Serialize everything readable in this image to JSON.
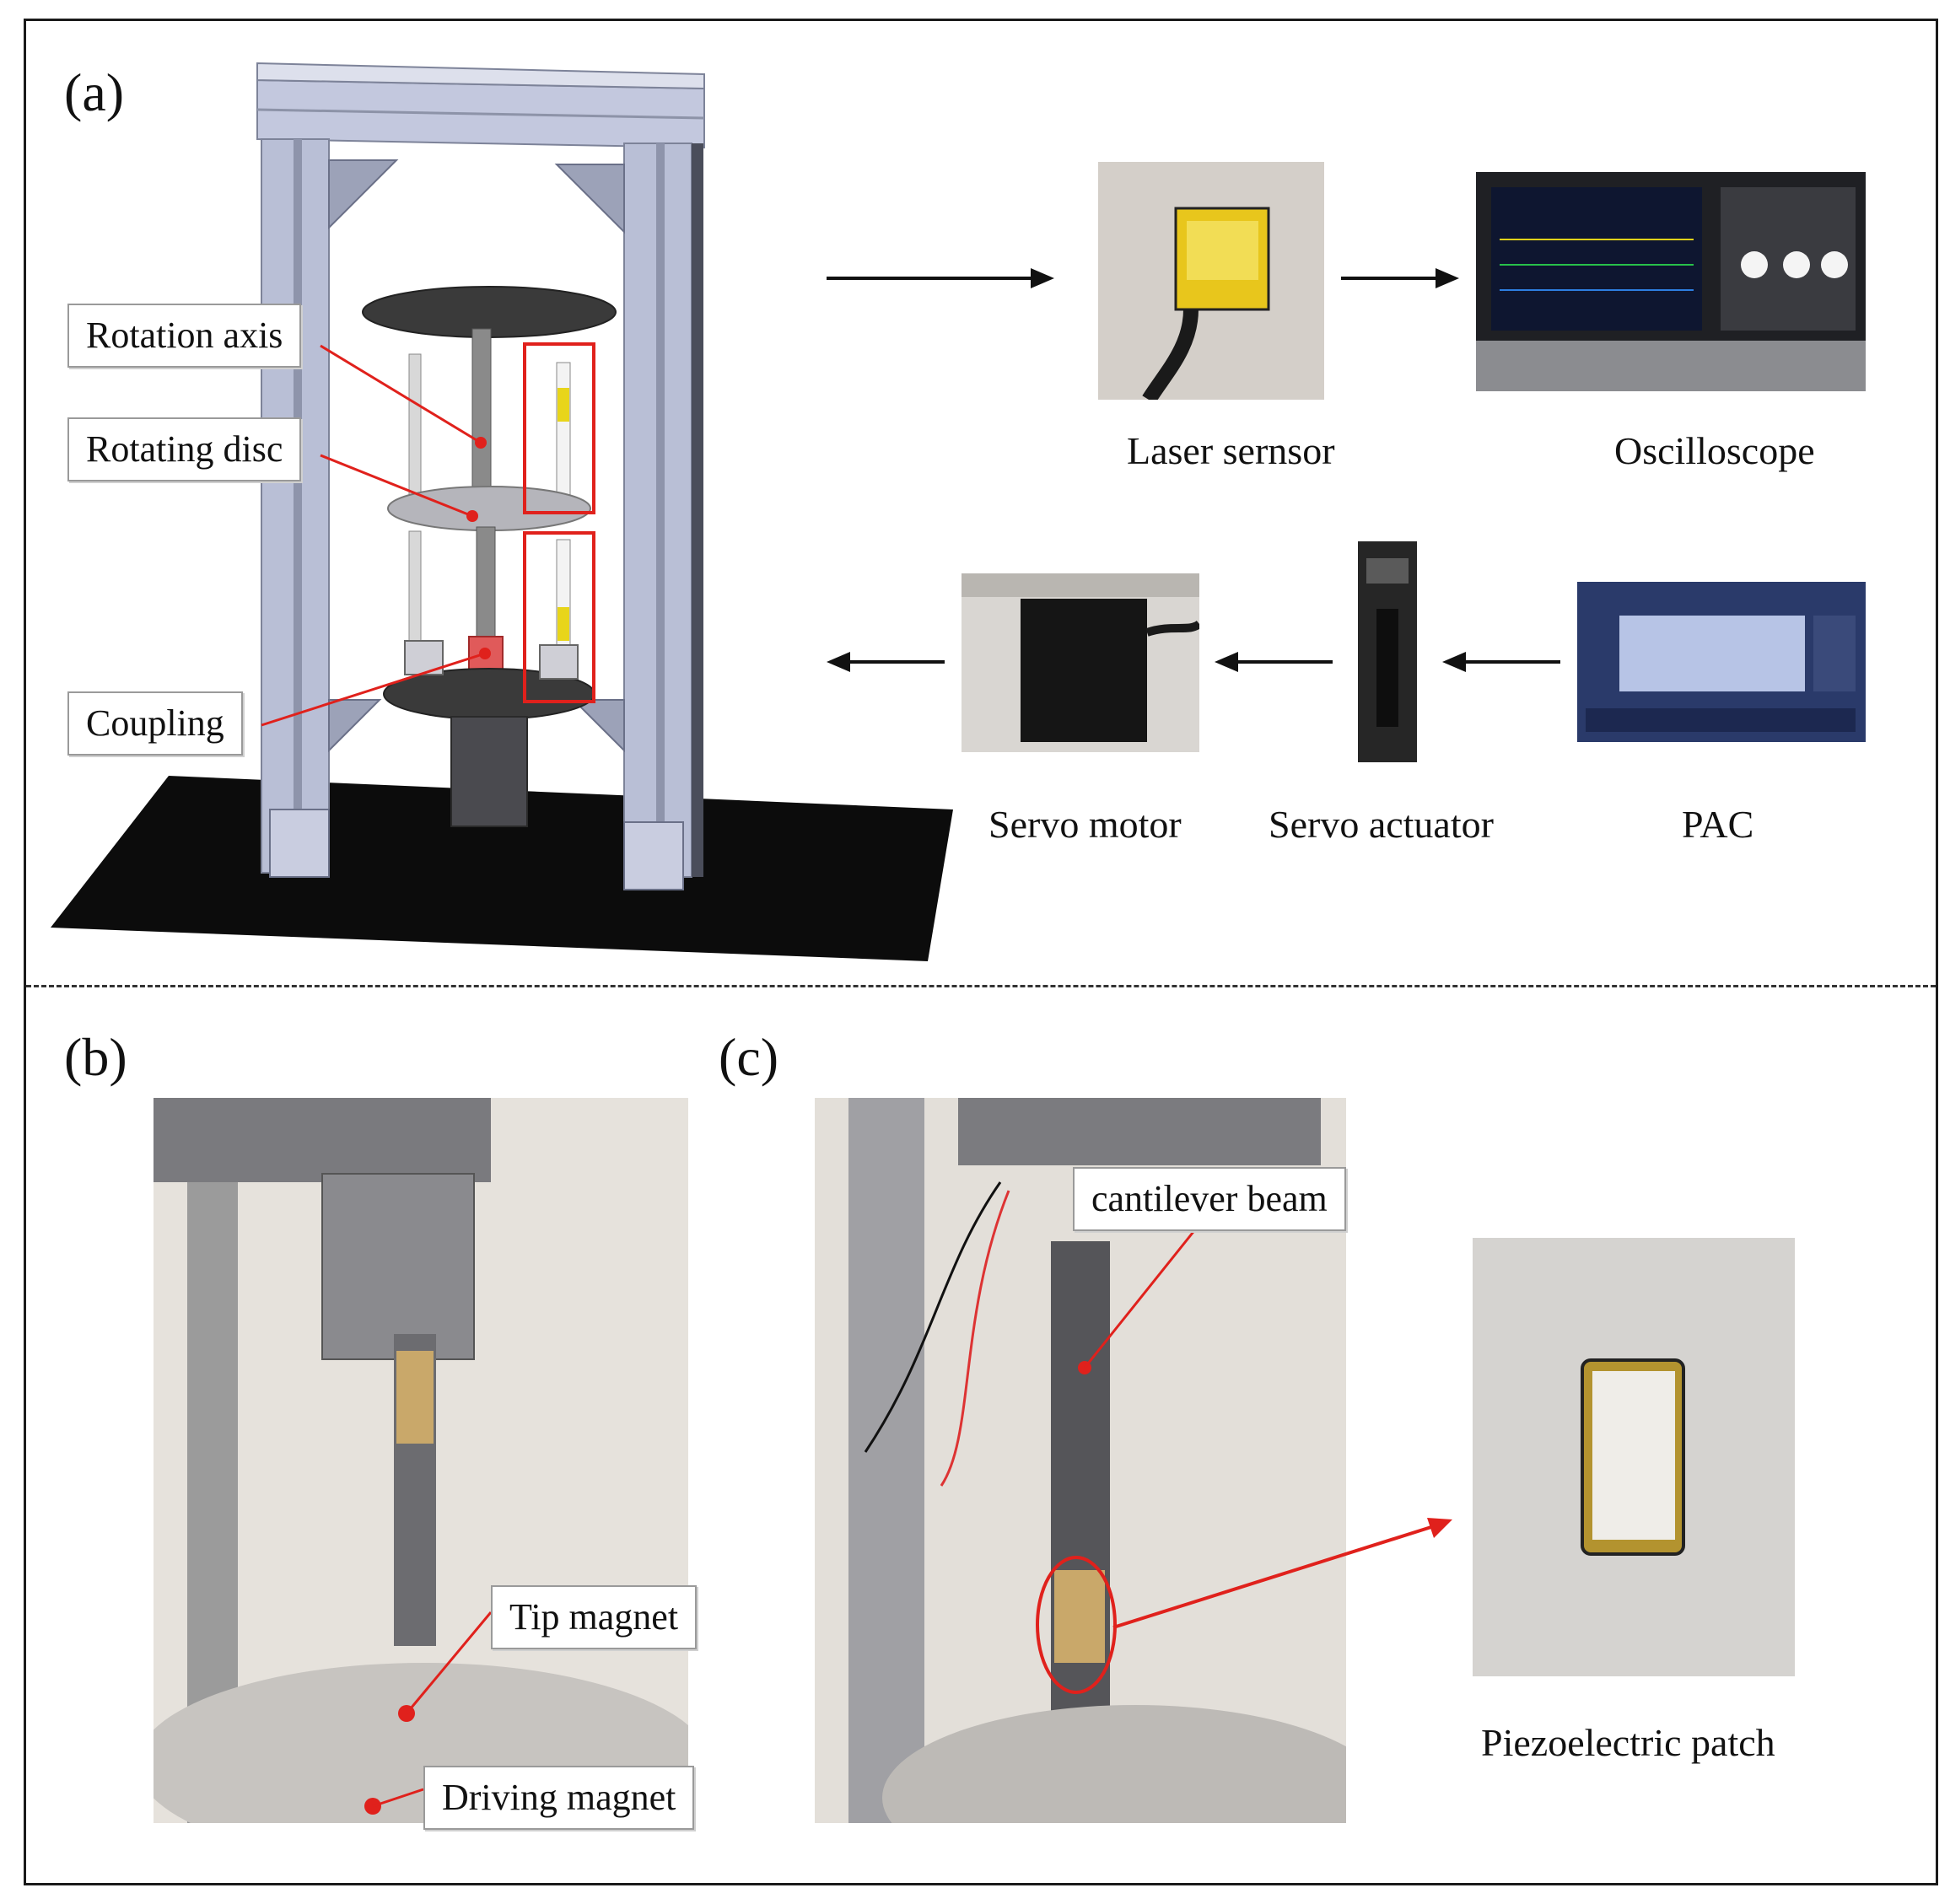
{
  "panels": {
    "a": {
      "label": "(a)"
    },
    "b": {
      "label": "(b)"
    },
    "c": {
      "label": "(c)"
    }
  },
  "callouts": {
    "rotation_axis": "Rotation axis",
    "rotating_disc": "Rotating disc",
    "coupling": "Coupling",
    "tip_magnet": "Tip magnet",
    "driving_magnet": "Driving magnet",
    "cantilever_beam": "cantilever beam"
  },
  "devices": {
    "laser_sensor": "Laser sernsor",
    "oscilloscope": "Oscilloscope",
    "servo_motor": "Servo motor",
    "servo_actuator": "Servo actuator",
    "pac": "PAC",
    "piezo_patch": "Piezoelectric patch"
  },
  "colors": {
    "frame_aluminum": "#b9bfd6",
    "base_black": "#0d0d0d",
    "highlight_red": "#e0211c",
    "coupling_red": "#e05a5a"
  }
}
